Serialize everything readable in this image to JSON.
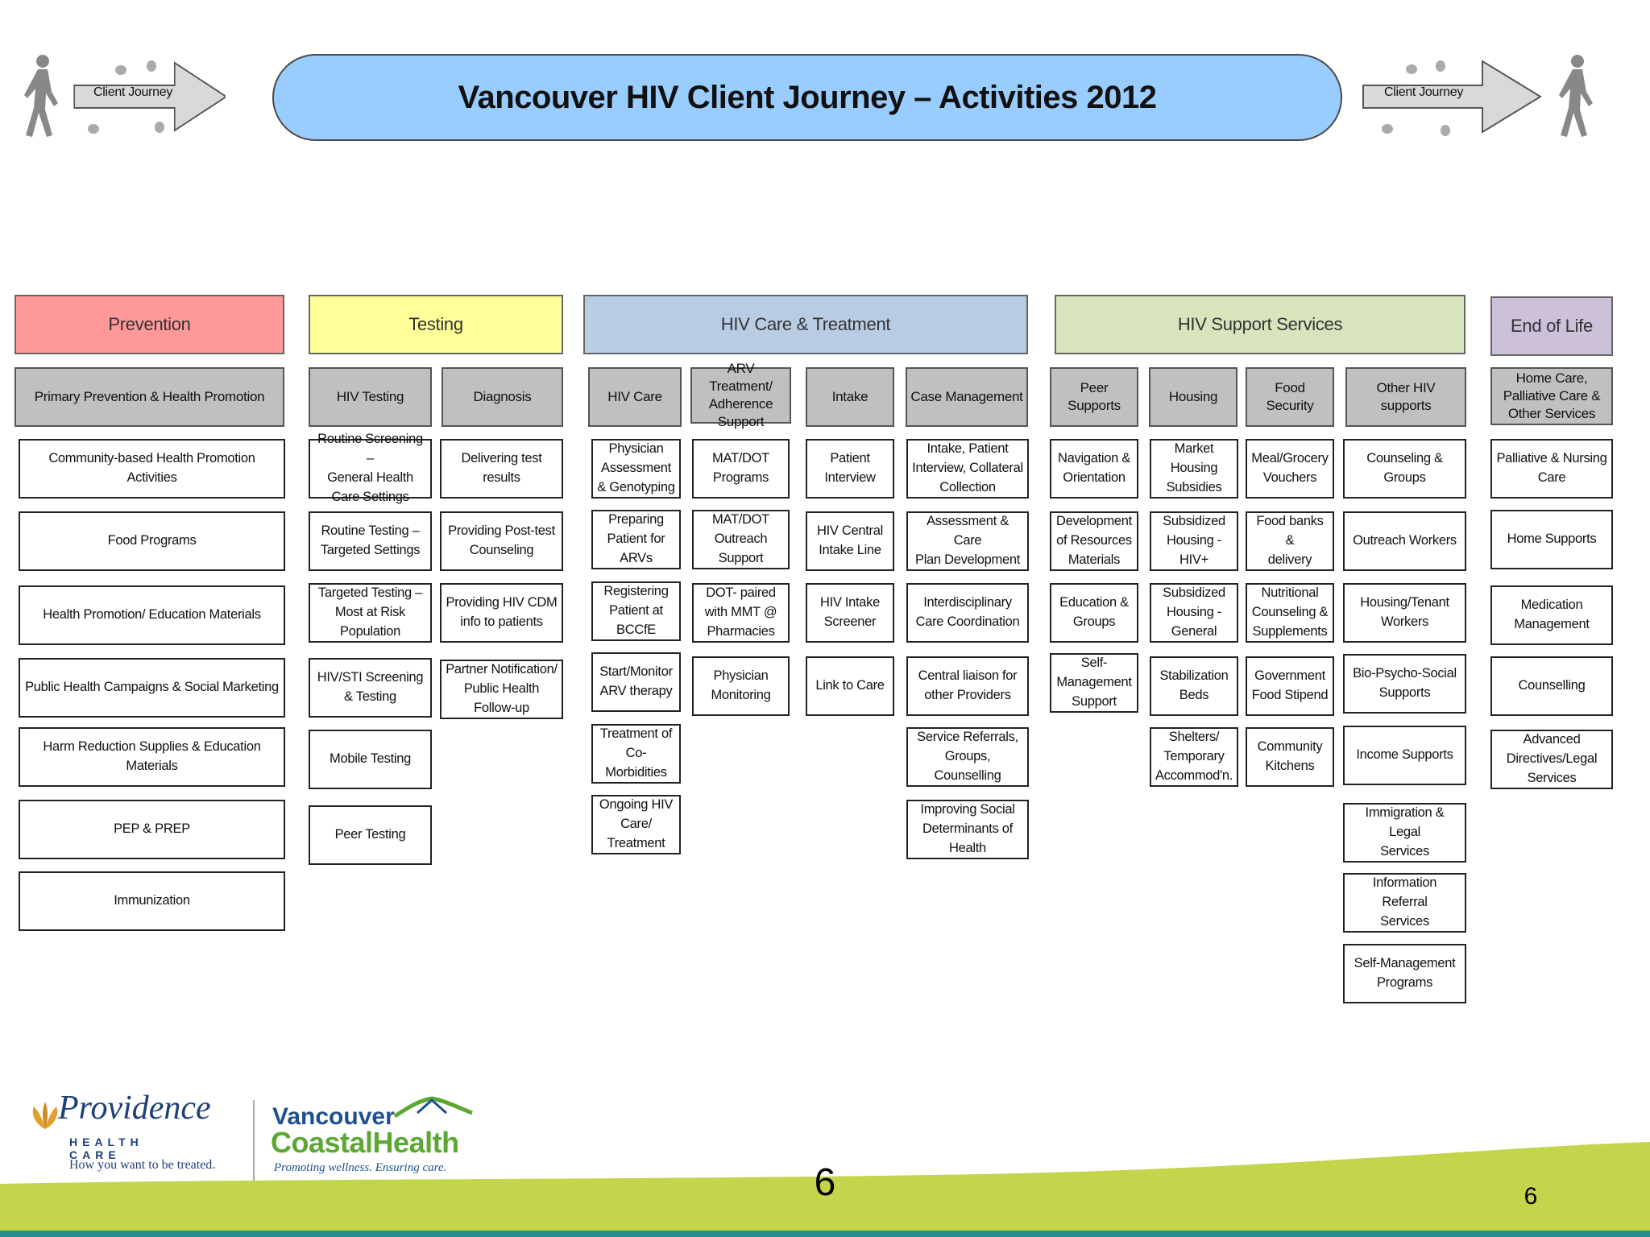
{
  "header": {
    "title": "Vancouver HIV Client Journey – Activities 2012",
    "journey_label": "Client Journey"
  },
  "categories": [
    {
      "label": "Prevention",
      "color": "#ff9999"
    },
    {
      "label": "Testing",
      "color": "#ffff99"
    },
    {
      "label": "HIV Care & Treatment",
      "color": "#b8cce4"
    },
    {
      "label": "HIV Support Services",
      "color": "#d7e4bc"
    },
    {
      "label": "End of Life",
      "color": "#ccc0da"
    }
  ],
  "columns": [
    {
      "header": "Primary Prevention & Health Promotion",
      "items": [
        "Community-based Health Promotion Activities",
        "Food Programs",
        "Health Promotion/ Education Materials",
        "Public Health Campaigns & Social Marketing",
        "Harm Reduction Supplies & Education\nMaterials",
        "PEP & PREP",
        "Immunization"
      ]
    },
    {
      "header": "HIV Testing",
      "items": [
        "Routine Screening –\nGeneral Health\nCare Settings",
        "Routine Testing –\nTargeted Settings",
        "Targeted Testing –\nMost at Risk\nPopulation",
        "HIV/STI Screening\n& Testing",
        "Mobile Testing",
        "Peer Testing"
      ]
    },
    {
      "header": "Diagnosis",
      "items": [
        "Delivering test\nresults",
        "Providing Post-test\nCounseling",
        "Providing HIV CDM\ninfo to patients",
        "Partner Notification/\nPublic Health\nFollow-up"
      ]
    },
    {
      "header": "HIV Care",
      "items": [
        "Physician\nAssessment\n& Genotyping",
        "Preparing\nPatient for\nARVs",
        "Registering\nPatient at\nBCCfE",
        "Start/Monitor\nARV therapy",
        "Treatment of\nCo-\nMorbidities",
        "Ongoing HIV\nCare/\nTreatment"
      ]
    },
    {
      "header": "ARV Treatment/ Adherence Support",
      "items": [
        "MAT/DOT\nPrograms",
        "MAT/DOT\nOutreach\nSupport",
        "DOT- paired\nwith MMT @\nPharmacies",
        "Physician\nMonitoring"
      ]
    },
    {
      "header": "Intake",
      "items": [
        "Patient\nInterview",
        "HIV Central\nIntake Line",
        "HIV Intake\nScreener",
        "Link to Care"
      ]
    },
    {
      "header": "Case Management",
      "items": [
        "Intake, Patient\nInterview, Collateral\nCollection",
        "Assessment & Care\nPlan Development",
        "Interdisciplinary\nCare Coordination",
        "Central liaison for\nother Providers",
        "Service Referrals,\nGroups, Counselling",
        "Improving Social\nDeterminants of\nHealth"
      ]
    },
    {
      "header": "Peer Supports",
      "items": [
        "Navigation &\nOrientation",
        "Development\nof Resources\nMaterials",
        "Education &\nGroups",
        "Self-\nManagement\nSupport"
      ]
    },
    {
      "header": "Housing",
      "items": [
        "Market\nHousing\nSubsidies",
        "Subsidized\nHousing -\nHIV+",
        "Subsidized\nHousing -\nGeneral",
        "Stabilization\nBeds",
        "Shelters/\nTemporary\nAccommod'n."
      ]
    },
    {
      "header": "Food Security",
      "items": [
        "Meal/Grocery\nVouchers",
        "Food banks &\ndelivery",
        "Nutritional\nCounseling &\nSupplements",
        "Government\nFood Stipend",
        "Community\nKitchens"
      ]
    },
    {
      "header": "Other HIV supports",
      "items": [
        "Counseling &\nGroups",
        "Outreach Workers",
        "Housing/Tenant\nWorkers",
        "Bio-Psycho-Social\nSupports",
        "Income Supports",
        "Immigration & Legal\nServices",
        "Information Referral\nServices",
        "Self-Management\nPrograms"
      ]
    },
    {
      "header": "Home Care, Palliative Care & Other Services",
      "items": [
        "Palliative & Nursing\nCare",
        "Home Supports",
        "Medication\nManagement",
        "Counselling",
        "Advanced\nDirectives/Legal\nServices"
      ]
    }
  ],
  "footer": {
    "page_number": "6",
    "page_number_corner": "6",
    "providence_name": "Providence",
    "providence_sub": "HEALTH CARE",
    "providence_tagline": "How you want to be treated.",
    "vch_line1": "Vancouver",
    "vch_line2": "CoastalHealth",
    "vch_tagline": "Promoting wellness. Ensuring care.",
    "wave_color": "#c3d54a"
  }
}
